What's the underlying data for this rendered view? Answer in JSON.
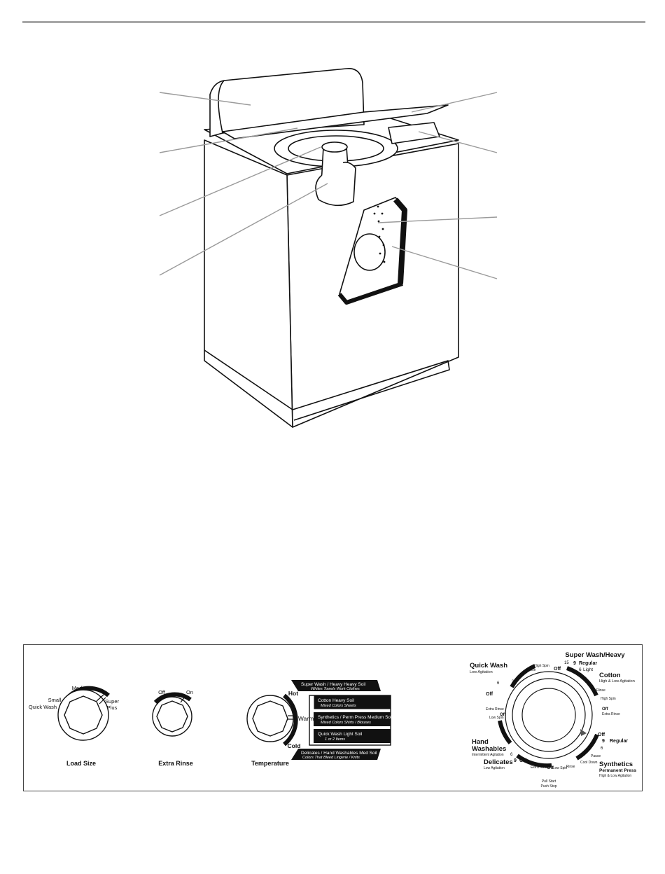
{
  "load_size": {
    "title": "Load Size",
    "small": "Small",
    "quick_wash": "Quick Wash",
    "medium": "Medium",
    "super": "Super",
    "plus": "Plus"
  },
  "extra_rinse": {
    "title": "Extra Rinse",
    "off": "Off",
    "on": "On"
  },
  "temperature": {
    "title": "Temperature",
    "hot": "Hot",
    "warm": "Warm",
    "cold": "Cold",
    "guide": [
      {
        "line1": "Super Wash / Heavy",
        "line1_note": "Heavy Soil",
        "line2": "Whites    Towels    Work Clothes",
        "style": "black"
      },
      {
        "line1": "Cotton",
        "line1_note": "Heavy Soil",
        "line2": "Mixed Colors    Sheets",
        "style": "black"
      },
      {
        "line1": "Synthetics / Perm Press",
        "line1_note": "Medium Soil",
        "line2": "Mixed Colors    Shirts / Blouses",
        "style": "black"
      },
      {
        "line1": "Quick Wash",
        "line1_note": "Light Soil",
        "line2": "1 or 2 Items",
        "style": "black"
      },
      {
        "line1": "Delicates / Hand Washables",
        "line1_note": "Med Soil",
        "line2": "Colors That Bleed    Lingerie / Knits",
        "style": "black"
      }
    ]
  },
  "cycle_dial": {
    "super_wash_heavy": "Super Wash/Heavy",
    "quick_wash": "Quick Wash",
    "low_agitation": "Low Agitation",
    "high_spin": "High Spin",
    "rinse": "Rinse",
    "off": "Off",
    "num_15": "15",
    "num_9": "9",
    "num_6": "6",
    "num_3": "3",
    "regular": "Regular",
    "light": "Light",
    "cotton": "Cotton",
    "high_low_agitation": "High & Low Agitation",
    "extra_rinse": "Extra Rinse",
    "low_spin": "Low Spin",
    "hand": "Hand",
    "washables": "Washables",
    "intermittent_agitation": "Intermittent Agitation",
    "delicates": "Delicates",
    "pause": "Pause",
    "cool_down": "Cool Down",
    "synthetics": "Synthetics",
    "permanent_press": "Permanent Press",
    "pull_start": "Pull Start",
    "push_stop": "Push Stop",
    "extra_rinse_short": "Extra Rinse",
    "low_spin_short": "Low Spin"
  }
}
